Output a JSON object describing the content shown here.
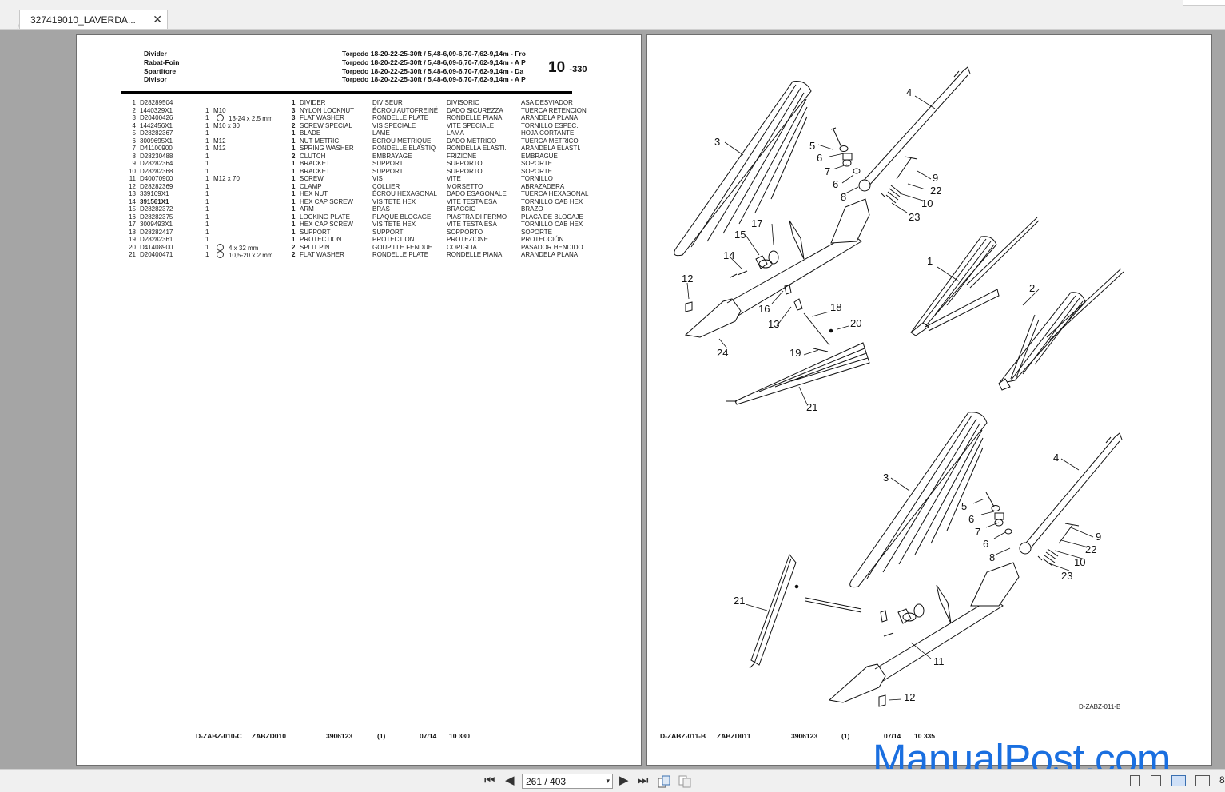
{
  "tab": {
    "title": "327419010_LAVERDA...",
    "close": "✕"
  },
  "left_page": {
    "names": [
      "Divider",
      "Rabat-Foin",
      "Spartitore",
      "Divisor"
    ],
    "torpedo": [
      "Torpedo 18-20-22-25-30ft  /  5,48-6,09-6,70-7,62-9,14m  -  Fro",
      "Torpedo 18-20-22-25-30ft  /  5,48-6,09-6,70-7,62-9,14m  -  A P",
      "Torpedo 18-20-22-25-30ft  /  5,48-6,09-6,70-7,62-9,14m  -  Da",
      "Torpedo 18-20-22-25-30ft  /  5,48-6,09-6,70-7,62-9,14m  -  A P"
    ],
    "section_number": "10",
    "section_sub": "-330",
    "parts": [
      {
        "ref": "1",
        "pn": "D28289504",
        "q1": "",
        "size": "",
        "washer": false,
        "q2": "1",
        "en": "DIVIDER",
        "fr": "DIVISEUR",
        "it": "DIVISORIO",
        "es": "ASA DESVIADOR"
      },
      {
        "ref": "2",
        "pn": "1440329X1",
        "q1": "1",
        "size": "M10",
        "washer": false,
        "q2": "3",
        "en": "NYLON LOCKNUT",
        "fr": "ÉCROU AUTOFREINÉ",
        "it": "DADO SICUREZZA",
        "es": "TUERCA RETENCION"
      },
      {
        "ref": "3",
        "pn": "D20400426",
        "q1": "1",
        "size": "13-24 x 2,5 mm",
        "washer": true,
        "q2": "3",
        "en": "FLAT WASHER",
        "fr": "RONDELLE PLATE",
        "it": "RONDELLE PIANA",
        "es": "ARANDELA PLANA"
      },
      {
        "ref": "4",
        "pn": "1442456X1",
        "q1": "1",
        "size": "M10 x 30",
        "washer": false,
        "q2": "2",
        "en": "SCREW SPECIAL",
        "fr": "VIS SPECIALE",
        "it": "VITE SPECIALE",
        "es": "TORNILLO ESPEC."
      },
      {
        "ref": "5",
        "pn": "D28282367",
        "q1": "1",
        "size": "",
        "washer": false,
        "q2": "1",
        "en": "BLADE",
        "fr": "LAME",
        "it": "LAMA",
        "es": "HOJA CORTANTE"
      },
      {
        "ref": "6",
        "pn": "3009695X1",
        "q1": "1",
        "size": "M12",
        "washer": false,
        "q2": "1",
        "en": "NUT METRIC",
        "fr": "ECROU METRIQUE",
        "it": "DADO METRICO",
        "es": "TUERCA METRICO"
      },
      {
        "ref": "7",
        "pn": "D41100900",
        "q1": "1",
        "size": "M12",
        "washer": false,
        "q2": "1",
        "en": "SPRING WASHER",
        "fr": "RONDELLE ELASTIQ",
        "it": "RONDELLA ELASTI.",
        "es": "ARANDELA ELASTI."
      },
      {
        "ref": "8",
        "pn": "D28230488",
        "q1": "1",
        "size": "",
        "washer": false,
        "q2": "2",
        "en": "CLUTCH",
        "fr": "EMBRAYAGE",
        "it": "FRIZIONE",
        "es": "EMBRAGUE"
      },
      {
        "ref": "9",
        "pn": "D28282364",
        "q1": "1",
        "size": "",
        "washer": false,
        "q2": "1",
        "en": "BRACKET",
        "fr": "SUPPORT",
        "it": "SUPPORTO",
        "es": "SOPORTE"
      },
      {
        "ref": "10",
        "pn": "D28282368",
        "q1": "1",
        "size": "",
        "washer": false,
        "q2": "1",
        "en": "BRACKET",
        "fr": "SUPPORT",
        "it": "SUPPORTO",
        "es": "SOPORTE"
      },
      {
        "ref": "11",
        "pn": "D40070900",
        "q1": "1",
        "size": "M12 x 70",
        "washer": false,
        "q2": "1",
        "en": "SCREW",
        "fr": "VIS",
        "it": "VITE",
        "es": "TORNILLO"
      },
      {
        "ref": "12",
        "pn": "D28282369",
        "q1": "1",
        "size": "",
        "washer": false,
        "q2": "1",
        "en": "CLAMP",
        "fr": "COLLIER",
        "it": "MORSETTO",
        "es": "ABRAZADERA"
      },
      {
        "ref": "13",
        "pn": "339169X1",
        "q1": "1",
        "size": "",
        "washer": false,
        "q2": "1",
        "en": "HEX NUT",
        "fr": "ÉCROU HEXAGONAL",
        "it": "DADO ESAGONALE",
        "es": "TUERCA HEXAGONAL"
      },
      {
        "ref": "14",
        "pn": "391561X1",
        "q1": "1",
        "size": "",
        "washer": false,
        "q2": "1",
        "en": "HEX CAP SCREW",
        "fr": "VIS TETE HEX",
        "it": "VITE TESTA ESA",
        "es": "TORNILLO CAB HEX",
        "bold": true
      },
      {
        "ref": "15",
        "pn": "D28282372",
        "q1": "1",
        "size": "",
        "washer": false,
        "q2": "1",
        "en": "ARM",
        "fr": "BRAS",
        "it": "BRACCIO",
        "es": "BRAZO"
      },
      {
        "ref": "16",
        "pn": "D28282375",
        "q1": "1",
        "size": "",
        "washer": false,
        "q2": "1",
        "en": "LOCKING PLATE",
        "fr": "PLAQUE BLOCAGE",
        "it": "PIASTRA DI FERMO",
        "es": "PLACA DE BLOCAJE"
      },
      {
        "ref": "17",
        "pn": "3009493X1",
        "q1": "1",
        "size": "",
        "washer": false,
        "q2": "1",
        "en": "HEX CAP SCREW",
        "fr": "VIS TETE HEX",
        "it": "VITE TESTA ESA",
        "es": "TORNILLO CAB HEX"
      },
      {
        "ref": "18",
        "pn": "D28282417",
        "q1": "1",
        "size": "",
        "washer": false,
        "q2": "1",
        "en": "SUPPORT",
        "fr": "SUPPORT",
        "it": "SOPPORTO",
        "es": "SOPORTE"
      },
      {
        "ref": "19",
        "pn": "D28282361",
        "q1": "1",
        "size": "",
        "washer": false,
        "q2": "1",
        "en": "PROTECTION",
        "fr": "PROTECTION",
        "it": "PROTEZIONE",
        "es": "PROTECCIÓN"
      },
      {
        "ref": "20",
        "pn": "D41408900",
        "q1": "1",
        "size": "4 x 32 mm",
        "washer": true,
        "q2": "2",
        "en": "SPLIT PIN",
        "fr": "GOUPILLE FENDUE",
        "it": "COPIGLIA",
        "es": "PASADOR HENDIDO"
      },
      {
        "ref": "21",
        "pn": "D20400471",
        "q1": "1",
        "size": "10,5-20 x 2 mm",
        "washer": true,
        "q2": "2",
        "en": "FLAT WASHER",
        "fr": "RONDELLE PLATE",
        "it": "RONDELLE PIANA",
        "es": "ARANDELA PLANA"
      }
    ],
    "footer": {
      "code": "D-ZABZ-010-C",
      "id": "ZABZD010",
      "num": "3906123",
      "paren": "(1)",
      "date": "07/14",
      "page": "10  330"
    }
  },
  "right_page": {
    "labels_top": [
      "4",
      "3",
      "5",
      "6",
      "7",
      "6",
      "8",
      "9",
      "22",
      "10",
      "23",
      "17",
      "15",
      "14",
      "12",
      "16",
      "13",
      "18",
      "20",
      "19",
      "24",
      "21",
      "1",
      "2"
    ],
    "labels_bottom": [
      "3",
      "4",
      "5",
      "6",
      "7",
      "6",
      "8",
      "9",
      "22",
      "10",
      "23",
      "21",
      "11",
      "12"
    ],
    "drawing_code": "D-ZABZ-011-B",
    "footer": {
      "code": "D-ZABZ-011-B",
      "id": "ZABZD011",
      "num": "3906123",
      "paren": "(1)",
      "date": "07/14",
      "page": "10  335"
    }
  },
  "watermark": "ManualPost.com",
  "toolbar": {
    "first": "⏮",
    "prev": "◀",
    "next": "▶",
    "last": "⏭",
    "page_value": "261 / 403",
    "dropdown": "▾",
    "zoom_partial": "8"
  }
}
